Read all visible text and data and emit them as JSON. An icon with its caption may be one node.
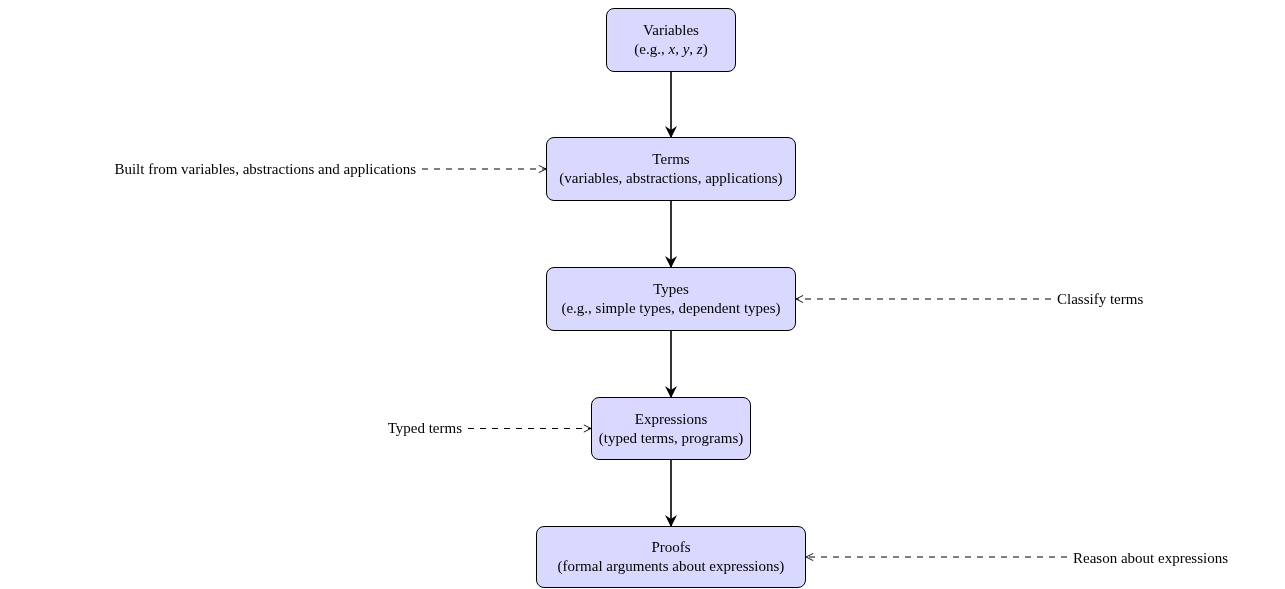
{
  "diagram": {
    "nodes": [
      {
        "text": [
          "Variables",
          "(e.g., *x*, *y*, *z*)"
        ]
      },
      {
        "text": [
          "Terms",
          "(variables, abstractions, applications)"
        ]
      },
      {
        "text": [
          "Types",
          "(e.g., simple types, dependent types)"
        ]
      },
      {
        "text": [
          "Expressions",
          "(typed terms, programs)"
        ]
      },
      {
        "text": [
          "Proofs",
          "(formal arguments about expressions)"
        ]
      },
      {
        "text": [
          "Built from variables, abstractions and applications"
        ]
      },
      {
        "text": [
          "Classify terms"
        ]
      },
      {
        "text": [
          "Typed terms"
        ]
      },
      {
        "text": [
          "Reason about expressions"
        ]
      }
    ],
    "edges": [
      {
        "from": 0,
        "to": 1,
        "arrow": "to"
      },
      {
        "from": 1,
        "to": 2,
        "arrow": "to"
      },
      {
        "from": 2,
        "to": 3,
        "arrow": "to"
      },
      {
        "from": 3,
        "to": 4,
        "arrow": "to"
      },
      {
        "from": 5,
        "to": 1,
        "arrow": "to",
        "style": "dashed"
      },
      {
        "from": 6,
        "to": 2,
        "arrow": "to",
        "style": "dashed"
      },
      {
        "from": 7,
        "to": 3,
        "arrow": "to",
        "style": "dashed"
      },
      {
        "from": 8,
        "to": 4,
        "arrow": "to",
        "style": "dashed"
      }
    ]
  }
}
